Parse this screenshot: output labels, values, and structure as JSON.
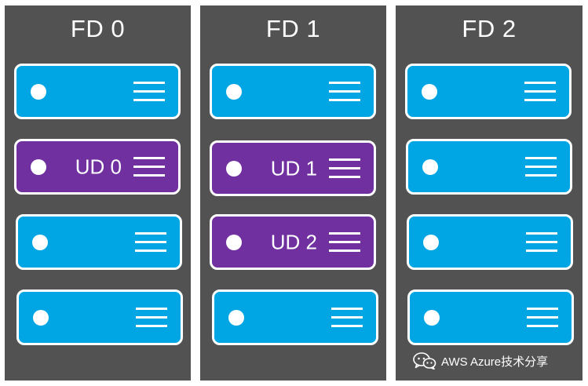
{
  "fault_domains": [
    {
      "title": "FD 0",
      "servers": [
        {
          "label": ""
        },
        {
          "label": "UD 0",
          "upgrade_domain": true
        },
        {
          "label": ""
        },
        {
          "label": ""
        }
      ]
    },
    {
      "title": "FD 1",
      "servers": [
        {
          "label": ""
        },
        {
          "label": "UD 1",
          "upgrade_domain": true
        },
        {
          "label": "UD 2",
          "upgrade_domain": true
        },
        {
          "label": ""
        }
      ]
    },
    {
      "title": "FD 2",
      "servers": [
        {
          "label": ""
        },
        {
          "label": ""
        },
        {
          "label": ""
        },
        {
          "label": ""
        }
      ]
    }
  ],
  "watermark": {
    "icon": "wechat-icon",
    "text": "AWS Azure技术分享"
  },
  "colors": {
    "rack": "#525252",
    "server": "#00a6e3",
    "upgrade_domain_server": "#7030a0",
    "outline": "#ffffff"
  }
}
